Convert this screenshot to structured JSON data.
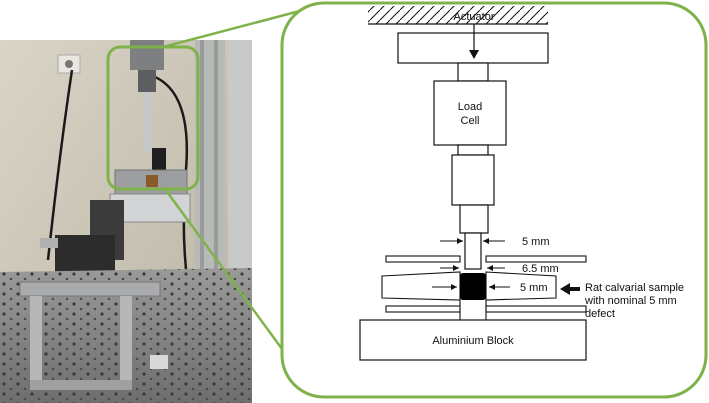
{
  "labels": {
    "actuator": "Actuator",
    "load_cell_line1": "Load",
    "load_cell_line2": "Cell",
    "dim_5mm_top": "5 mm",
    "dim_6_5mm": "6.5 mm",
    "dim_5mm_sample": "5 mm",
    "sample_line1": "Rat calvarial sample",
    "sample_line2": "with nominal 5 mm",
    "sample_line3": "defect",
    "aluminium_block": "Aluminium Block"
  },
  "colors": {
    "callout_green": "#7fb24a",
    "line_black": "#111111",
    "sample_fill": "#000000",
    "photo_background": "#c9c3b3",
    "table_gray": "#8a8a8a"
  },
  "photo": {
    "description_icon": "test-rig-photo"
  }
}
